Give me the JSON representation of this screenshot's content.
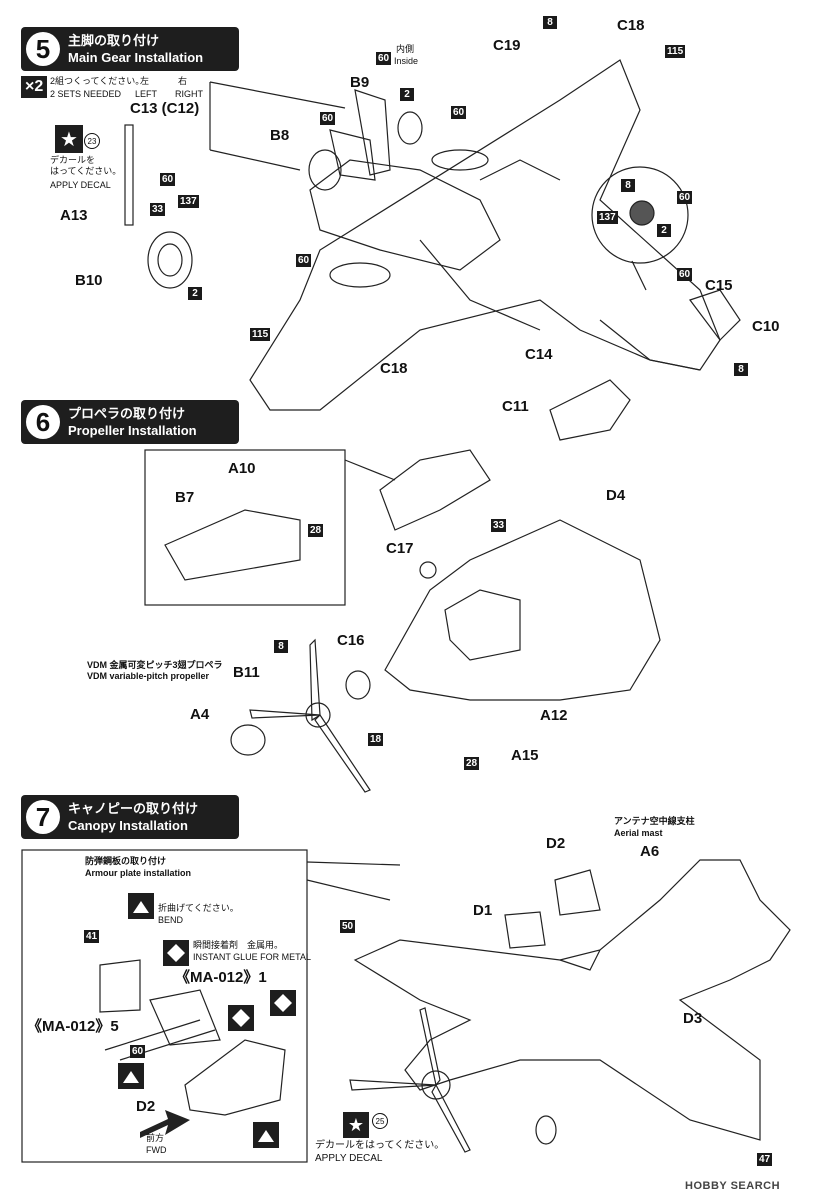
{
  "steps": [
    {
      "num": "5",
      "title_jp": "主脚の取り付け",
      "title_en": "Main Gear Installation"
    },
    {
      "num": "6",
      "title_jp": "プロペラの取り付け",
      "title_en": "Propeller Installation"
    },
    {
      "num": "7",
      "title_jp": "キャノピーの取り付け",
      "title_en": "Canopy Installation"
    }
  ],
  "step5": {
    "qty": "×2",
    "sets_jp": "2組つくってください。",
    "sets_en": "2 SETS NEEDED",
    "left_jp": "左",
    "left_en": "LEFT",
    "right_jp": "右",
    "right_en": "RIGHT",
    "decal_jp": "デカールを\nはってください。",
    "decal_en": "APPLY DECAL",
    "decal_no": "23",
    "inside_jp": "内側",
    "inside_en": "Inside",
    "parts": [
      "C13 (C12)",
      "A13",
      "B10",
      "B9",
      "B8",
      "C18",
      "C19",
      "C15",
      "C10",
      "C14",
      "C11",
      "C18"
    ],
    "colors": [
      "60",
      "33",
      "137",
      "2",
      "60",
      "2",
      "60",
      "60",
      "115",
      "8",
      "115",
      "8",
      "60",
      "137",
      "2",
      "60",
      "8"
    ]
  },
  "step6": {
    "parts": [
      "A10",
      "B7",
      "C17",
      "D4",
      "C16",
      "B11",
      "A4",
      "A12",
      "A15"
    ],
    "colors": [
      "28",
      "33",
      "8",
      "18",
      "28"
    ],
    "prop_jp": "VDM 金属可変ピッチ3翅プロペラ",
    "prop_en": "VDM variable-pitch propeller"
  },
  "step7": {
    "armour_jp": "防弾鋼板の取り付け",
    "armour_en": "Armour plate installation",
    "bend_jp": "折曲げてください。",
    "bend_en": "BEND",
    "glue_jp": "瞬間接着剤　金属用。",
    "glue_en": "INSTANT GLUE FOR METAL",
    "ma1": "《MA-012》1",
    "ma5": "《MA-012》5",
    "fwd_jp": "前方",
    "fwd_en": "FWD",
    "aerial_jp": "アンテナ空中線支柱",
    "aerial_en": "Aerial mast",
    "decal_jp": "デカールをはってください。",
    "decal_en": "APPLY DECAL",
    "decal_no": "25",
    "parts": [
      "D2",
      "A6",
      "D1",
      "D3",
      "D2"
    ],
    "colors": [
      "41",
      "60",
      "50",
      "47"
    ]
  },
  "watermark": "HOBBY SEARCH"
}
